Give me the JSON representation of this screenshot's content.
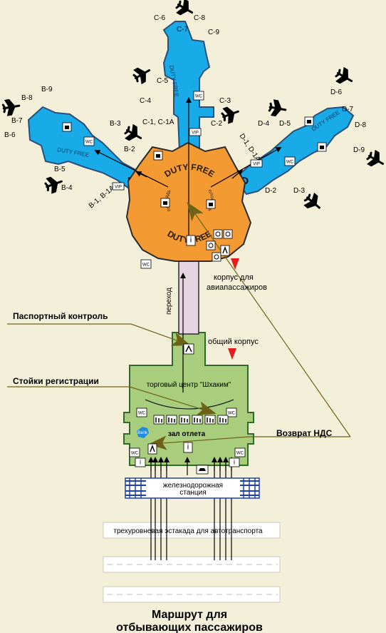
{
  "title": {
    "line1": "Маршрут для",
    "line2": "отбывающих пассажиров"
  },
  "colors": {
    "background": "#f4efd9",
    "pier": "#19aae8",
    "pier_outline": "#2a4f7a",
    "central_hub": "#f39a33",
    "main_terminal": "#a8cd7c",
    "passage": "#e6d4e0",
    "callout_arrow": "#6e6218",
    "red_marker": "#e51c1c",
    "railway": "#1f3fb4"
  },
  "labels": {
    "duty_free": "DUTY FREE",
    "duty_free_square": "площадь",
    "passage": "переход",
    "passenger_building": "корпус для авиапассажиров",
    "common_building": "общий корпус",
    "shopping_center": "торговый центр \"Шхаким\"",
    "departure_hall": "зал отлета",
    "railway_station_1": "железнодорожная",
    "railway_station_2": "станция",
    "overpass": "трехуровневая эстакада для автотранспорта",
    "passport_control": "Паспортный контроль",
    "checkin_counters": "Стойки регистрации",
    "vat_refund": "Возврат НДС",
    "vip": "VIP",
    "wc": "WC",
    "bank": "Bank",
    "info": "i"
  },
  "piers": {
    "B": {
      "letter": "B",
      "duty_free": "DUTY FREE",
      "entrance_gates": "B-1, B-1A",
      "gates": [
        "B-2",
        "B-3",
        "B-4",
        "B-5",
        "B-6",
        "B-7",
        "B-8",
        "B-9"
      ]
    },
    "C": {
      "letter": "C",
      "duty_free": "DUTY FREE",
      "entrance_gates": "C-1, C-1A",
      "gates": [
        "C-2",
        "C-3",
        "C-4",
        "C-5",
        "C-6",
        "C-7",
        "C-8",
        "C-9"
      ]
    },
    "D": {
      "letter": "D",
      "duty_free": "DUTY FREE",
      "entrance_gates": "D-1, D-1A",
      "gates": [
        "D-2",
        "D-3",
        "D-4",
        "D-5",
        "D-6",
        "D-7",
        "D-8",
        "D-9"
      ]
    }
  },
  "icons": {
    "airplane": "airplane-icon",
    "cafe": "cafe-icon",
    "wc": "wc-icon",
    "info": "info-icon",
    "bank": "bank-icon",
    "vip": "vip-icon",
    "checkin": "checkin-icon",
    "accessibility": "accessibility-icon",
    "passport": "passport-control-icon"
  }
}
